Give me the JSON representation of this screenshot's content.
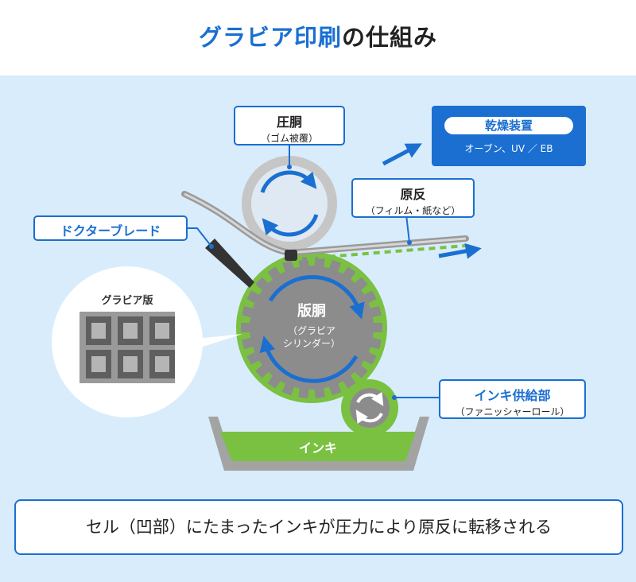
{
  "title": {
    "accent": "グラビア印刷",
    "rest": "の仕組み"
  },
  "labels": {
    "impression_cylinder": {
      "main": "圧胴",
      "sub": "（ゴム被覆）"
    },
    "dryer": {
      "main": "乾燥装置",
      "sub": "オーブン、UV ／ EB"
    },
    "substrate": {
      "main": "原反",
      "sub": "（フィルム・紙など）"
    },
    "doctor_blade": "ドクターブレード",
    "gravure_plate": "グラビア版",
    "plate_cylinder": {
      "main": "版胴",
      "sub1": "（グラビア",
      "sub2": "シリンダー）"
    },
    "ink_supply": {
      "main": "インキ供給部",
      "sub": "（ファニッシャーロール）"
    },
    "ink": "インキ"
  },
  "caption": "セル（凹部）にたまったインキが圧力により原反に転移される",
  "colors": {
    "accent": "#1a6fd1",
    "panel": "#d8ecfb",
    "ink_green": "#7ac142",
    "cylinder_gray": "#8c8c8c"
  }
}
